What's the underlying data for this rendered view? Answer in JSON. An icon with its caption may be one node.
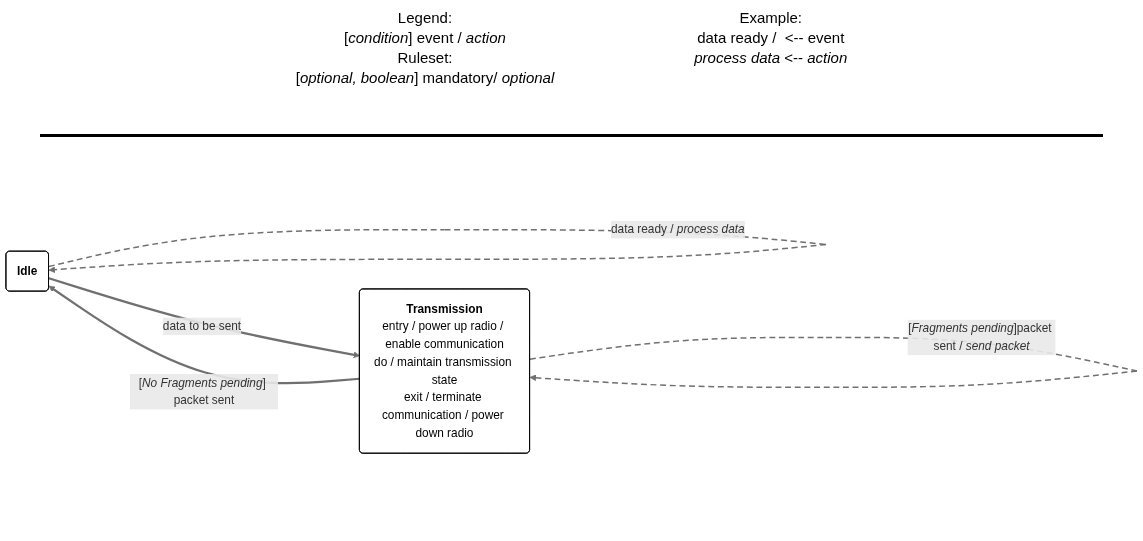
{
  "diagram": {
    "nodes": [
      {
        "text": [
          "Idle"
        ]
      },
      {
        "text": [
          "Transmission",
          "entry / power up radio / enable communication",
          "do / maintain transmission state",
          "exit / terminate communication / power down radio"
        ]
      }
    ],
    "edges": [
      {
        "from": 0,
        "to": 1,
        "arrow": "to",
        "label": "data to be sent"
      },
      {
        "from": 1,
        "to": 0,
        "arrow": "to",
        "label": "[*No Fragments pending*] packet sent"
      },
      {
        "from": 0,
        "to": 0,
        "arrow": "to",
        "style": "dashed",
        "label": "data ready / *process data*"
      },
      {
        "from": 1,
        "to": 1,
        "arrow": "to",
        "style": "dashed",
        "label": "[*Fragments pending*]packet sent / *send packet*"
      }
    ],
    "labels": [
      "Legend:",
      "[*condition*] event / *action*",
      "Ruleset:",
      "[*optional, boolean*] mandatory/ *optional*",
      "Example:",
      "data ready /  <-- event",
      "*process data* <-- *action*"
    ]
  }
}
